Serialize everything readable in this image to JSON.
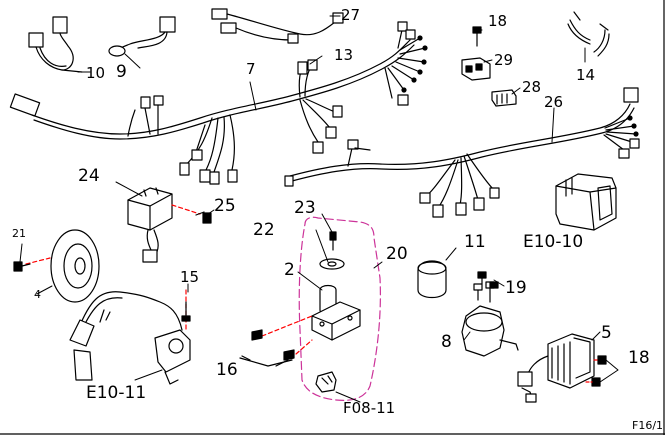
{
  "sheet_code": "F16/1",
  "callouts": {
    "c2": "2",
    "c4": "4",
    "c5": "5",
    "c7": "7",
    "c8": "8",
    "c9": "9",
    "c10": "10",
    "c11": "11",
    "c13": "13",
    "c14": "14",
    "c15": "15",
    "c16": "16",
    "c18a": "18",
    "c18b": "18",
    "c19": "19",
    "c20": "20",
    "c21": "21",
    "c22": "22",
    "c23": "23",
    "c24": "24",
    "c25": "25",
    "c26": "26",
    "c27": "27",
    "c28": "28",
    "c29": "29"
  },
  "refs": {
    "e10_10": "E10-10",
    "e10_11": "E10-11",
    "f08_11": "F08-11"
  },
  "colors": {
    "line": "#000000",
    "dashed_leader": "#ff0000",
    "group_outline": "#cc3399"
  }
}
